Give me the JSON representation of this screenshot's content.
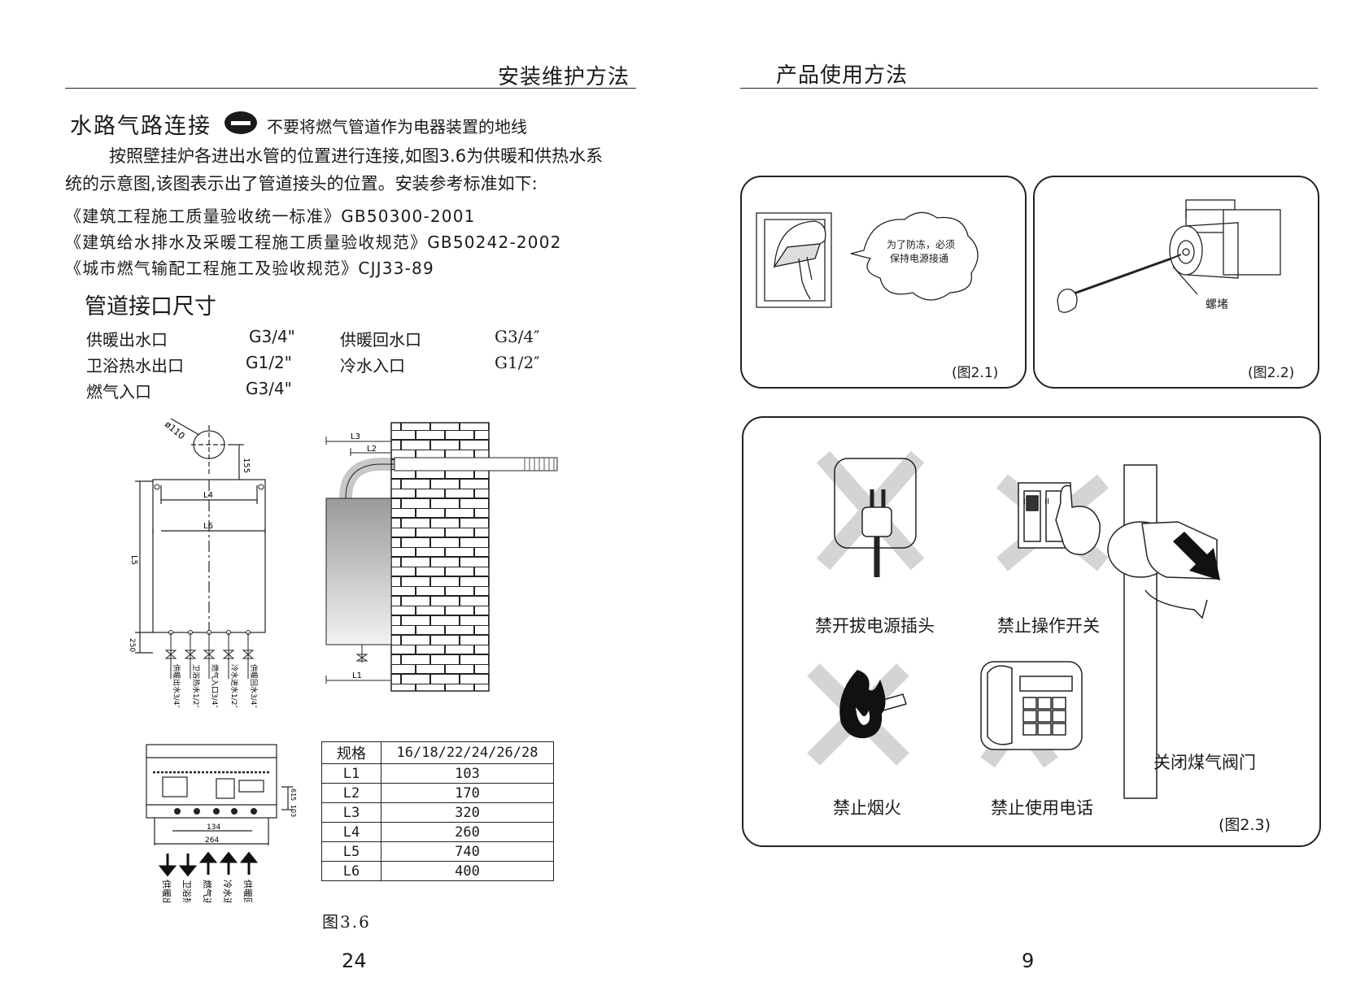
{
  "left_page": {
    "header": "安装维护方法",
    "section_title": "水路气路连接",
    "warning_text": "不要将燃气管道作为电器装置的地线",
    "paragraph_line1": "按照壁挂炉各进出水管的位置进行连接,如图3.6为供暖和供热水系",
    "paragraph_line2": "统的示意图,该图表示出了管道接头的位置。安装参考标准如下:",
    "standards": [
      "《建筑工程施工质量验收统一标准》GB50300-2001",
      "《建筑给水排水及采暖工程施工质量验收规范》GB50242-2002",
      "《城市燃气输配工程施工及验收规范》CJJ33-89"
    ],
    "pipe_title": "管道接口尺寸",
    "pipe_specs": [
      {
        "name": "供暖出水口",
        "size": "G3/4\""
      },
      {
        "name": "供暖回水口",
        "size": "G3/4″"
      },
      {
        "name": "卫浴热水出口",
        "size": "G1/2\""
      },
      {
        "name": "冷水入口",
        "size": "G1/2″"
      },
      {
        "name": "燃气入口",
        "size": "G3/4\""
      }
    ],
    "diagram": {
      "diameter_label": "ø110",
      "dim_155": "155",
      "dim_250": "250",
      "dim_134": "134",
      "dim_264": "264",
      "dim_615": "615",
      "dim_103": "103",
      "L1": "L1",
      "L2": "L2",
      "L3": "L3",
      "L4": "L4",
      "L5": "L5",
      "L6": "L6",
      "outlet_labels": [
        "供暖出水3/4″",
        "卫浴热水1/2″",
        "燃气入口3/4″",
        "冷水进水1/2″",
        "供暖回水3/4″"
      ],
      "arrow_labels": [
        "供暖出水",
        "卫浴热水",
        "燃气进口",
        "冷水进水",
        "供暖回水"
      ]
    },
    "table": {
      "header": [
        "规格",
        "16/18/22/24/26/28"
      ],
      "rows": [
        [
          "L1",
          "103"
        ],
        [
          "L2",
          "170"
        ],
        [
          "L3",
          "320"
        ],
        [
          "L4",
          "260"
        ],
        [
          "L5",
          "740"
        ],
        [
          "L6",
          "400"
        ]
      ]
    },
    "figure_label": "图3.6",
    "page_number": "24"
  },
  "right_page": {
    "header": "产品使用方法",
    "fig21": {
      "bubble_line1": "为了防冻，必须",
      "bubble_line2": "保持电源接通",
      "caption": "(图2.1)"
    },
    "fig22": {
      "label": "螺堵",
      "caption": "(图2.2)"
    },
    "fig23": {
      "labels": [
        "禁开拔电源插头",
        "禁止操作开关",
        "关闭煤气阀门",
        "禁止烟火",
        "禁止使用电话"
      ],
      "switch_marks": [
        "I",
        "II"
      ],
      "caption": "(图2.3)"
    },
    "page_number": "9"
  }
}
